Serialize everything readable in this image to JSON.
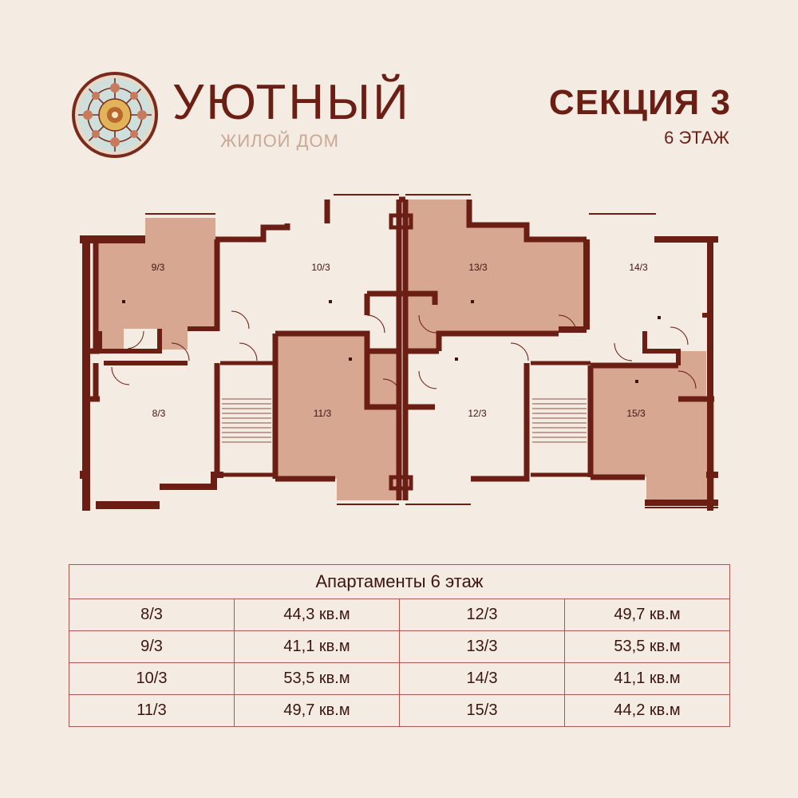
{
  "brand": {
    "name": "УЮТНЫЙ",
    "subtitle": "ЖИЛОЙ ДОМ"
  },
  "section": {
    "title": "СЕКЦИЯ 3",
    "floor": "6 ЭТАЖ"
  },
  "plan": {
    "units": [
      {
        "id": "8/3",
        "highlighted": false
      },
      {
        "id": "9/3",
        "highlighted": true
      },
      {
        "id": "10/3",
        "highlighted": false
      },
      {
        "id": "11/3",
        "highlighted": true
      },
      {
        "id": "12/3",
        "highlighted": false
      },
      {
        "id": "13/3",
        "highlighted": true
      },
      {
        "id": "14/3",
        "highlighted": false
      },
      {
        "id": "15/3",
        "highlighted": true
      }
    ]
  },
  "table": {
    "caption": "Апартаменты 6 этаж",
    "rows": [
      {
        "left_num": "8/3",
        "left_area": "44,3 кв.м",
        "right_num": "12/3",
        "right_area": "49,7 кв.м"
      },
      {
        "left_num": "9/3",
        "left_area": "41,1 кв.м",
        "right_num": "13/3",
        "right_area": "53,5 кв.м"
      },
      {
        "left_num": "10/3",
        "left_area": "53,5 кв.м",
        "right_num": "14/3",
        "right_area": "41,1 кв.м"
      },
      {
        "left_num": "11/3",
        "left_area": "49,7 кв.м",
        "right_num": "15/3",
        "right_area": "44,2 кв.м"
      }
    ]
  },
  "colors": {
    "background": "#f4ebe2",
    "wall": "#6b1e14",
    "highlight_fill": "#d7a792",
    "room_fill": "#f4ebe2",
    "accent_muted": "#c9a896"
  }
}
